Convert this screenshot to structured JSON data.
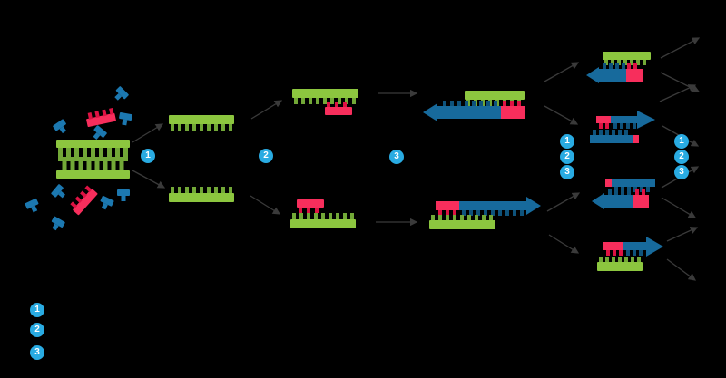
{
  "steps": [
    {
      "number": "1"
    },
    {
      "number": "2"
    },
    {
      "number": "3"
    }
  ],
  "legend": [
    {
      "number": "1"
    },
    {
      "number": "2"
    },
    {
      "number": "3"
    }
  ],
  "colors": {
    "background": "#000000",
    "template_green": "#8CC63F",
    "template_green_dark": "#72A837",
    "primer_red": "#F72E5C",
    "primer_red_dark": "#DE1243",
    "strand_blue": "#176A9C",
    "strand_blue_dark": "#0E537C",
    "nucleotide_blue": "#1C78B0",
    "step_badge_cyan": "#29ABE2",
    "badge_text": "#FFFFFF",
    "arrow_gray": "#3A3A3A"
  }
}
